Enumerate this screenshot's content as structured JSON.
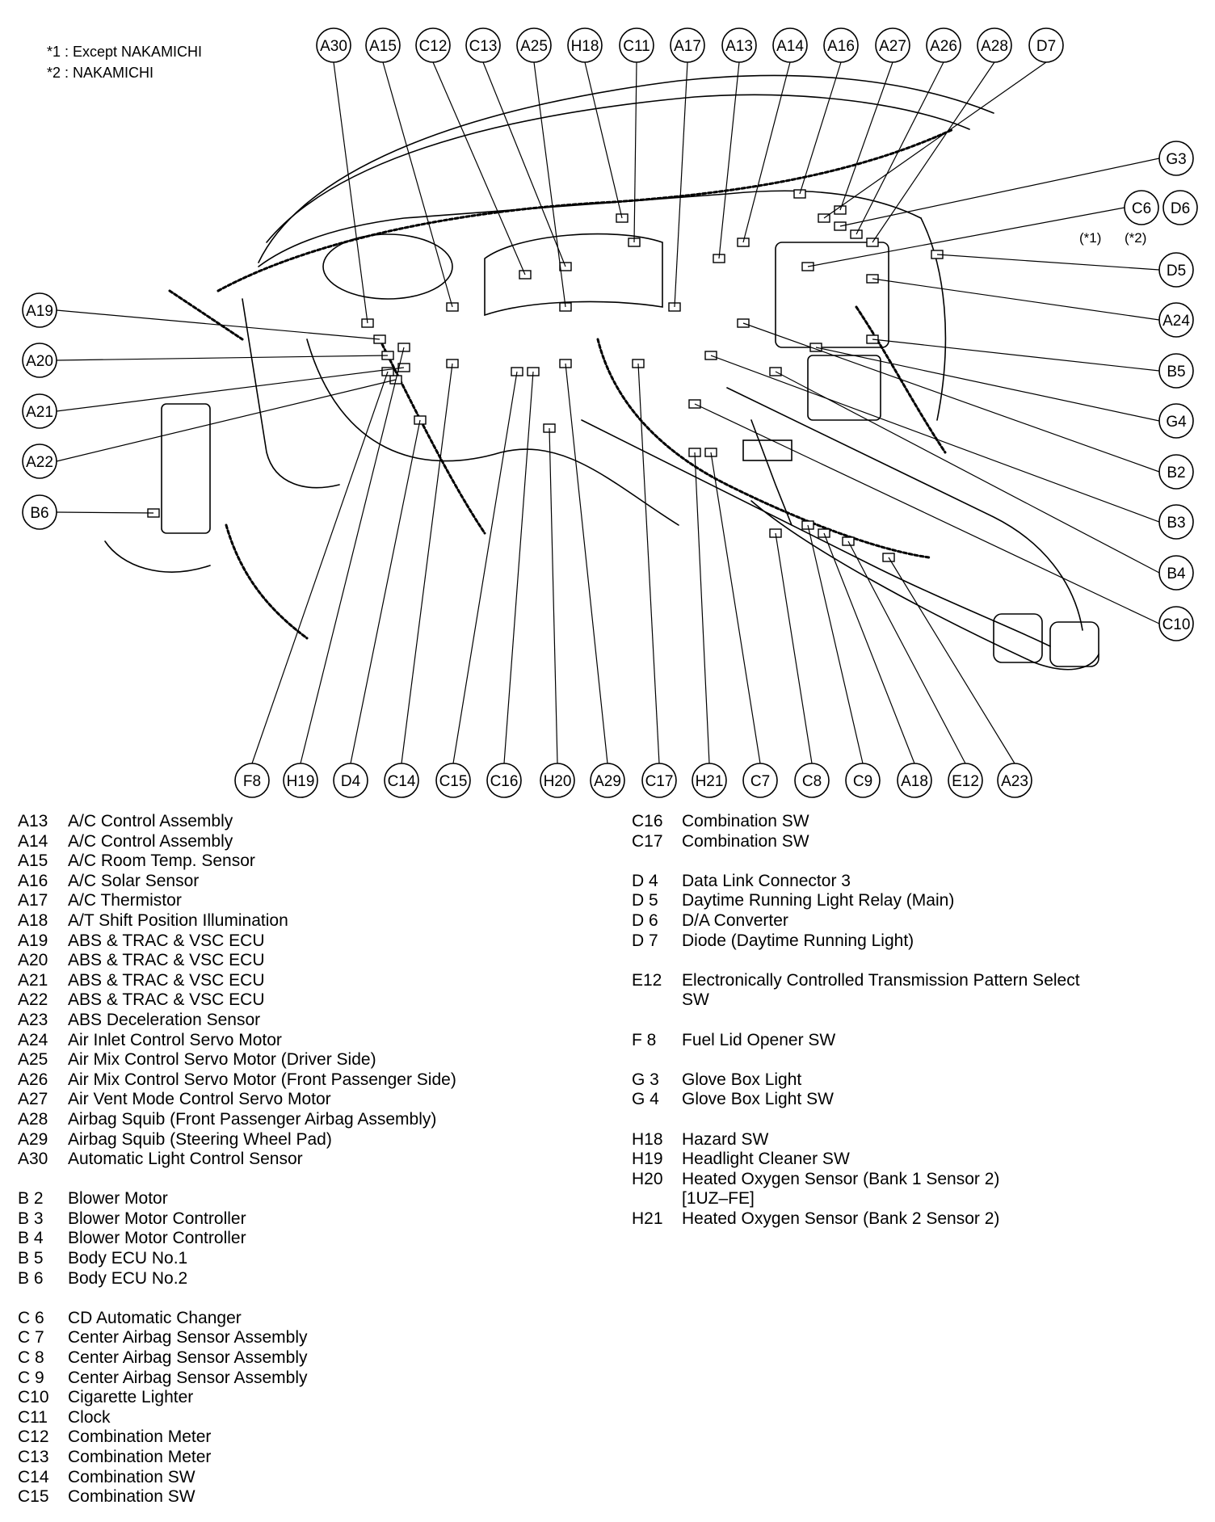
{
  "notes": [
    "*1 : Except NAKAMICHI",
    "*2 : NAKAMICHI"
  ],
  "dual_notes": [
    "(*1)",
    "(*2)"
  ],
  "callouts": {
    "top": [
      "A30",
      "A15",
      "C12",
      "C13",
      "A25",
      "H18",
      "C11",
      "A17",
      "A13",
      "A14",
      "A16",
      "A27",
      "A26",
      "A28",
      "D7"
    ],
    "left": [
      "A19",
      "A20",
      "A21",
      "A22",
      "B6"
    ],
    "right": [
      "G3",
      "C6",
      "D6",
      "D5",
      "A24",
      "B5",
      "G4",
      "B2",
      "B3",
      "B4",
      "C10"
    ],
    "bottom": [
      "F8",
      "H19",
      "D4",
      "C14",
      "C15",
      "C16",
      "H20",
      "A29",
      "C17",
      "H21",
      "C7",
      "C8",
      "C9",
      "A18",
      "E12",
      "A23"
    ]
  },
  "legend_left": [
    {
      "code": "A13",
      "label": "A/C Control Assembly"
    },
    {
      "code": "A14",
      "label": "A/C Control Assembly"
    },
    {
      "code": "A15",
      "label": "A/C Room Temp. Sensor"
    },
    {
      "code": "A16",
      "label": "A/C Solar Sensor"
    },
    {
      "code": "A17",
      "label": "A/C Thermistor"
    },
    {
      "code": "A18",
      "label": "A/T Shift Position Illumination"
    },
    {
      "code": "A19",
      "label": "ABS & TRAC & VSC ECU"
    },
    {
      "code": "A20",
      "label": "ABS & TRAC & VSC ECU"
    },
    {
      "code": "A21",
      "label": "ABS & TRAC & VSC ECU"
    },
    {
      "code": "A22",
      "label": "ABS & TRAC & VSC ECU"
    },
    {
      "code": "A23",
      "label": "ABS Deceleration Sensor"
    },
    {
      "code": "A24",
      "label": "Air Inlet Control Servo Motor"
    },
    {
      "code": "A25",
      "label": "Air Mix Control Servo Motor (Driver Side)"
    },
    {
      "code": "A26",
      "label": "Air Mix Control Servo Motor (Front Passenger Side)"
    },
    {
      "code": "A27",
      "label": "Air Vent Mode Control Servo Motor"
    },
    {
      "code": "A28",
      "label": "Airbag Squib (Front Passenger Airbag Assembly)"
    },
    {
      "code": "A29",
      "label": "Airbag Squib (Steering Wheel Pad)"
    },
    {
      "code": "A30",
      "label": "Automatic Light Control Sensor"
    },
    {
      "gap": true
    },
    {
      "code": "B 2",
      "label": "Blower Motor"
    },
    {
      "code": "B 3",
      "label": "Blower Motor Controller"
    },
    {
      "code": "B 4",
      "label": "Blower Motor Controller"
    },
    {
      "code": "B 5",
      "label": "Body ECU No.1"
    },
    {
      "code": "B 6",
      "label": "Body ECU No.2"
    },
    {
      "gap": true
    },
    {
      "code": "C 6",
      "label": "CD Automatic Changer"
    },
    {
      "code": "C 7",
      "label": "Center Airbag Sensor Assembly"
    },
    {
      "code": "C 8",
      "label": "Center Airbag Sensor Assembly"
    },
    {
      "code": "C 9",
      "label": "Center Airbag Sensor Assembly"
    },
    {
      "code": "C10",
      "label": "Cigarette Lighter"
    },
    {
      "code": "C11",
      "label": "Clock"
    },
    {
      "code": "C12",
      "label": "Combination Meter"
    },
    {
      "code": "C13",
      "label": "Combination Meter"
    },
    {
      "code": "C14",
      "label": "Combination SW"
    },
    {
      "code": "C15",
      "label": "Combination SW"
    }
  ],
  "legend_right": [
    {
      "code": "C16",
      "label": "Combination SW"
    },
    {
      "code": "C17",
      "label": "Combination SW"
    },
    {
      "gap": true
    },
    {
      "code": "D 4",
      "label": "Data Link Connector 3"
    },
    {
      "code": "D 5",
      "label": "Daytime Running Light Relay (Main)"
    },
    {
      "code": "D 6",
      "label": "D/A Converter"
    },
    {
      "code": "D 7",
      "label": "Diode (Daytime Running Light)"
    },
    {
      "gap": true
    },
    {
      "code": "E12",
      "label": "Electronically Controlled Transmission Pattern Select"
    },
    {
      "code": "",
      "label": "SW"
    },
    {
      "gap": true
    },
    {
      "code": "F 8",
      "label": "Fuel Lid Opener SW"
    },
    {
      "gap": true
    },
    {
      "code": "G 3",
      "label": "Glove Box Light"
    },
    {
      "code": "G 4",
      "label": "Glove Box Light SW"
    },
    {
      "gap": true
    },
    {
      "code": "H18",
      "label": "Hazard SW"
    },
    {
      "code": "H19",
      "label": "Headlight Cleaner SW"
    },
    {
      "code": "H20",
      "label": "Heated Oxygen Sensor (Bank 1 Sensor 2)"
    },
    {
      "code": "",
      "label": "[1UZ–FE]"
    },
    {
      "code": "H21",
      "label": "Heated Oxygen Sensor (Bank 2 Sensor 2)"
    }
  ]
}
